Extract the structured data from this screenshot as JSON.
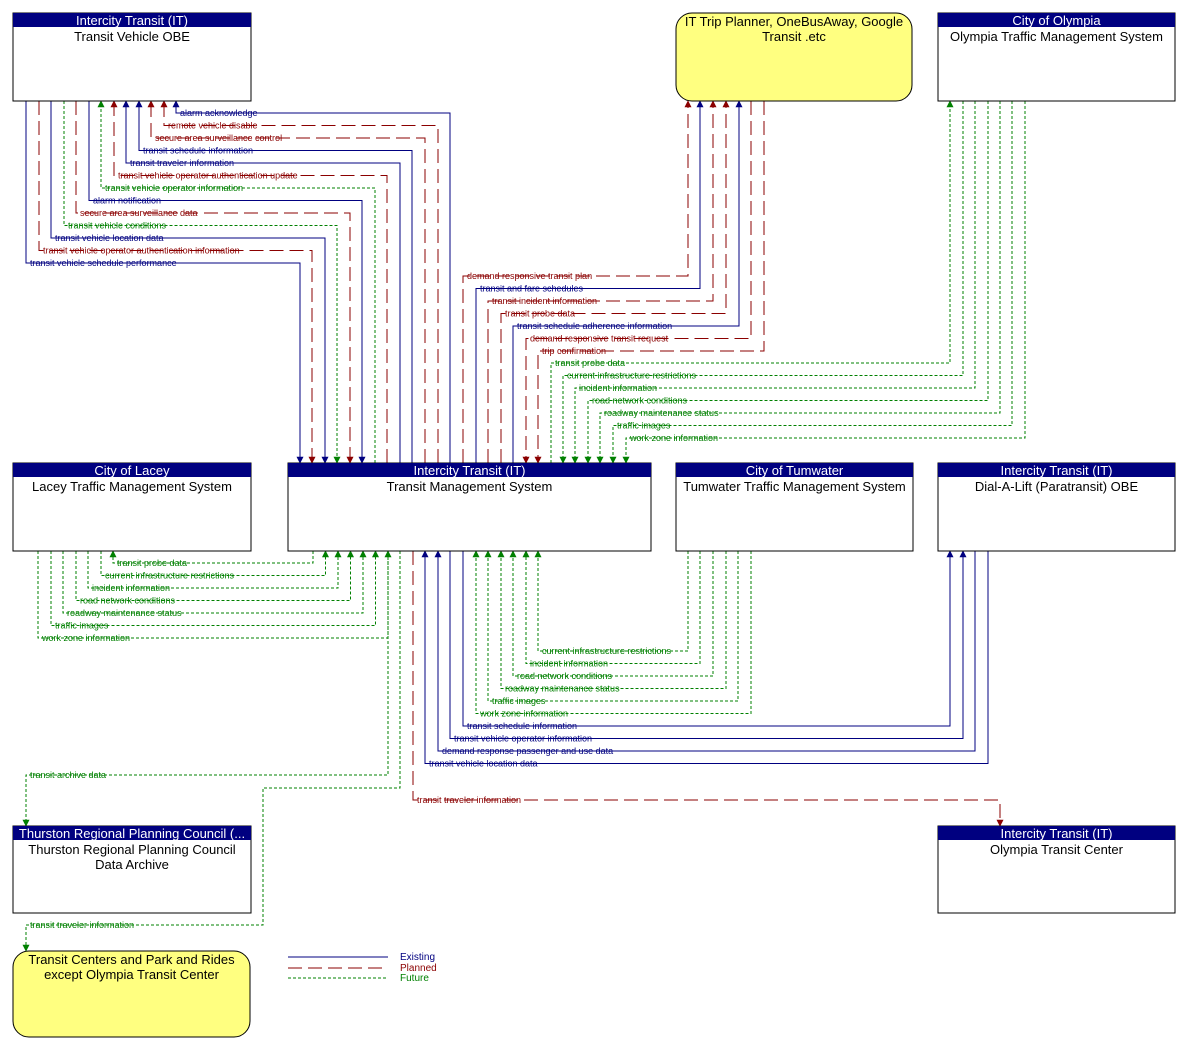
{
  "colors": {
    "existing": "#000080",
    "planned": "#8B0000",
    "future": "#008000",
    "header": "#000080",
    "yellow_fill": "#FFFF80"
  },
  "nodes": {
    "tvobe": {
      "owner": "Intercity Transit (IT)",
      "lines": [
        "Transit Vehicle OBE"
      ]
    },
    "planner": {
      "owner": "",
      "lines": [
        "IT Trip Planner, OneBusAway, Google",
        "Transit .etc"
      ]
    },
    "olytms": {
      "owner": "City of Olympia",
      "lines": [
        "Olympia Traffic Management System"
      ]
    },
    "lacey": {
      "owner": "City of Lacey",
      "lines": [
        "Lacey Traffic Management System"
      ]
    },
    "tms": {
      "owner": "Intercity Transit (IT)",
      "lines": [
        "Transit Management System"
      ]
    },
    "tumwater": {
      "owner": "City of Tumwater",
      "lines": [
        "Tumwater Traffic Management System"
      ]
    },
    "dal": {
      "owner": "Intercity Transit (IT)",
      "lines": [
        "Dial-A-Lift (Paratransit) OBE"
      ]
    },
    "trpc": {
      "owner": "Thurston Regional Planning Council (...",
      "lines": [
        "Thurston Regional Planning Council",
        "Data Archive"
      ]
    },
    "otc": {
      "owner": "Intercity Transit (IT)",
      "lines": [
        "Olympia Transit Center"
      ]
    },
    "centers": {
      "owner": "",
      "lines": [
        "Transit Centers and Park and Rides",
        "except Olympia Transit Center"
      ]
    }
  },
  "flows": {
    "tv": [
      {
        "label": "alarm acknowledge",
        "status": "existing"
      },
      {
        "label": "remote vehicle disable",
        "status": "planned"
      },
      {
        "label": "secure area surveillance control",
        "status": "planned"
      },
      {
        "label": "transit schedule information",
        "status": "existing"
      },
      {
        "label": "transit traveler information",
        "status": "existing"
      },
      {
        "label": "transit vehicle operator authentication update",
        "status": "planned"
      },
      {
        "label": "transit vehicle operator information",
        "status": "future"
      },
      {
        "label": "alarm notification",
        "status": "existing"
      },
      {
        "label": "secure area surveillance data",
        "status": "planned"
      },
      {
        "label": "transit vehicle conditions",
        "status": "future"
      },
      {
        "label": "transit vehicle location data",
        "status": "existing"
      },
      {
        "label": "transit vehicle operator authentication information",
        "status": "planned"
      },
      {
        "label": "transit vehicle schedule performance",
        "status": "existing"
      }
    ],
    "planner": [
      {
        "label": "demand responsive transit plan",
        "status": "planned"
      },
      {
        "label": "transit and fare schedules",
        "status": "existing"
      },
      {
        "label": "transit incident information",
        "status": "planned"
      },
      {
        "label": "transit probe data",
        "status": "planned"
      },
      {
        "label": "transit schedule adherence information",
        "status": "existing"
      },
      {
        "label": "demand responsive transit request",
        "status": "planned"
      },
      {
        "label": "trip confirmation",
        "status": "planned"
      }
    ],
    "olympia": [
      {
        "label": "transit probe data",
        "status": "future"
      },
      {
        "label": "current infrastructure restrictions",
        "status": "future"
      },
      {
        "label": "incident information",
        "status": "future"
      },
      {
        "label": "road network conditions",
        "status": "future"
      },
      {
        "label": "roadway maintenance status",
        "status": "future"
      },
      {
        "label": "traffic images",
        "status": "future"
      },
      {
        "label": "work zone information",
        "status": "future"
      }
    ],
    "lacey": [
      {
        "label": "transit probe data",
        "status": "future"
      },
      {
        "label": "current infrastructure restrictions",
        "status": "future"
      },
      {
        "label": "incident information",
        "status": "future"
      },
      {
        "label": "road network conditions",
        "status": "future"
      },
      {
        "label": "roadway maintenance status",
        "status": "future"
      },
      {
        "label": "traffic images",
        "status": "future"
      },
      {
        "label": "work zone information",
        "status": "future"
      }
    ],
    "tumwater": [
      {
        "label": "current infrastructure restrictions",
        "status": "future"
      },
      {
        "label": "incident information",
        "status": "future"
      },
      {
        "label": "road network conditions",
        "status": "future"
      },
      {
        "label": "roadway maintenance status",
        "status": "future"
      },
      {
        "label": "traffic images",
        "status": "future"
      },
      {
        "label": "work zone information",
        "status": "future"
      }
    ],
    "dal": [
      {
        "label": "transit schedule information",
        "status": "existing"
      },
      {
        "label": "transit vehicle operator information",
        "status": "existing"
      },
      {
        "label": "demand response passenger and use data",
        "status": "existing"
      },
      {
        "label": "transit vehicle location data",
        "status": "existing"
      }
    ],
    "archive": {
      "label": "transit archive data",
      "status": "future"
    },
    "otc": {
      "label": "transit traveler information",
      "status": "planned"
    },
    "centers": {
      "label": "transit traveler information",
      "status": "future"
    }
  },
  "legend": {
    "existing": "Existing",
    "planned": "Planned",
    "future": "Future"
  }
}
